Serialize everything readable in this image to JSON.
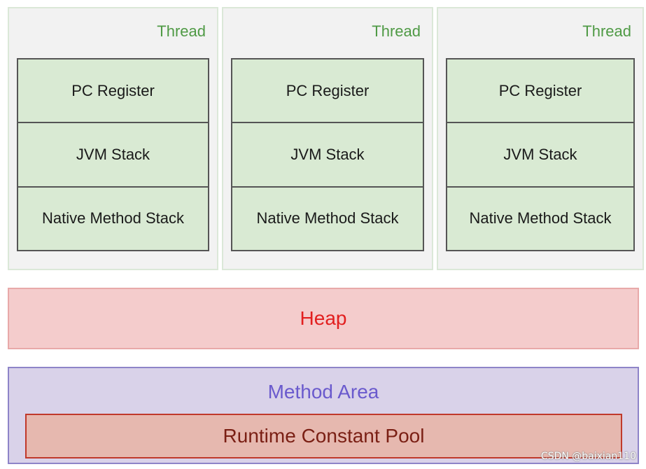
{
  "threads": [
    {
      "label": "Thread",
      "sections": [
        "PC Register",
        "JVM Stack",
        "Native Method Stack"
      ]
    },
    {
      "label": "Thread",
      "sections": [
        "PC Register",
        "JVM Stack",
        "Native Method Stack"
      ]
    },
    {
      "label": "Thread",
      "sections": [
        "PC Register",
        "JVM Stack",
        "Native Method Stack"
      ]
    }
  ],
  "heap": {
    "label": "Heap"
  },
  "method_area": {
    "label": "Method Area",
    "pool_label": "Runtime Constant Pool"
  },
  "watermark": "CSDN @baixian110",
  "colors": {
    "thread_label": "#4f9a45",
    "stack_fill": "#d9ead3",
    "heap_fill": "#f4cccc",
    "heap_text": "#e21f1f",
    "method_area_fill": "#d9d2e9",
    "method_area_text": "#6a5acd",
    "pool_fill": "#e6b8af",
    "pool_border": "#c0392b"
  }
}
